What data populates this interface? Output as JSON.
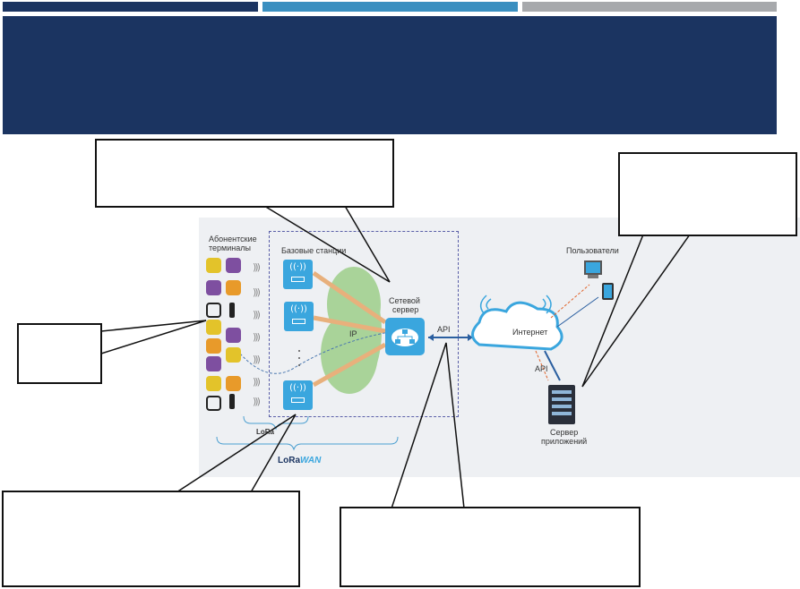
{
  "colors": {
    "bar1": "#1b3461",
    "bar2": "#3a8fc0",
    "bar3": "#a7a9ac",
    "title_band": "#1b3461",
    "station": "#3aa6de",
    "arrow": "#e8b07c",
    "cloud_ip": "#9ecf8a"
  },
  "diagram": {
    "terminals_label_1": "Абонентские",
    "terminals_label_2": "терминалы",
    "stations_label": "Базовые станции",
    "ip_label": "IP",
    "network_server_label_1": "Сетевой",
    "network_server_label_2": "сервер",
    "api_label_1": "API",
    "internet_label": "Интернет",
    "api_label_2": "API",
    "users_label": "Пользователи",
    "app_server_label_1": "Сервер",
    "app_server_label_2": "приложений",
    "lora_label": "LoRa",
    "lorawan_lora": "LoRa",
    "lorawan_wan": "WAN"
  },
  "icons": {
    "station": "antenna-signal-icon",
    "network_server": "network-hierarchy-icon",
    "app_server": "server-rack-icon",
    "computer": "desktop-computer-icon",
    "phone": "smartphone-icon"
  }
}
